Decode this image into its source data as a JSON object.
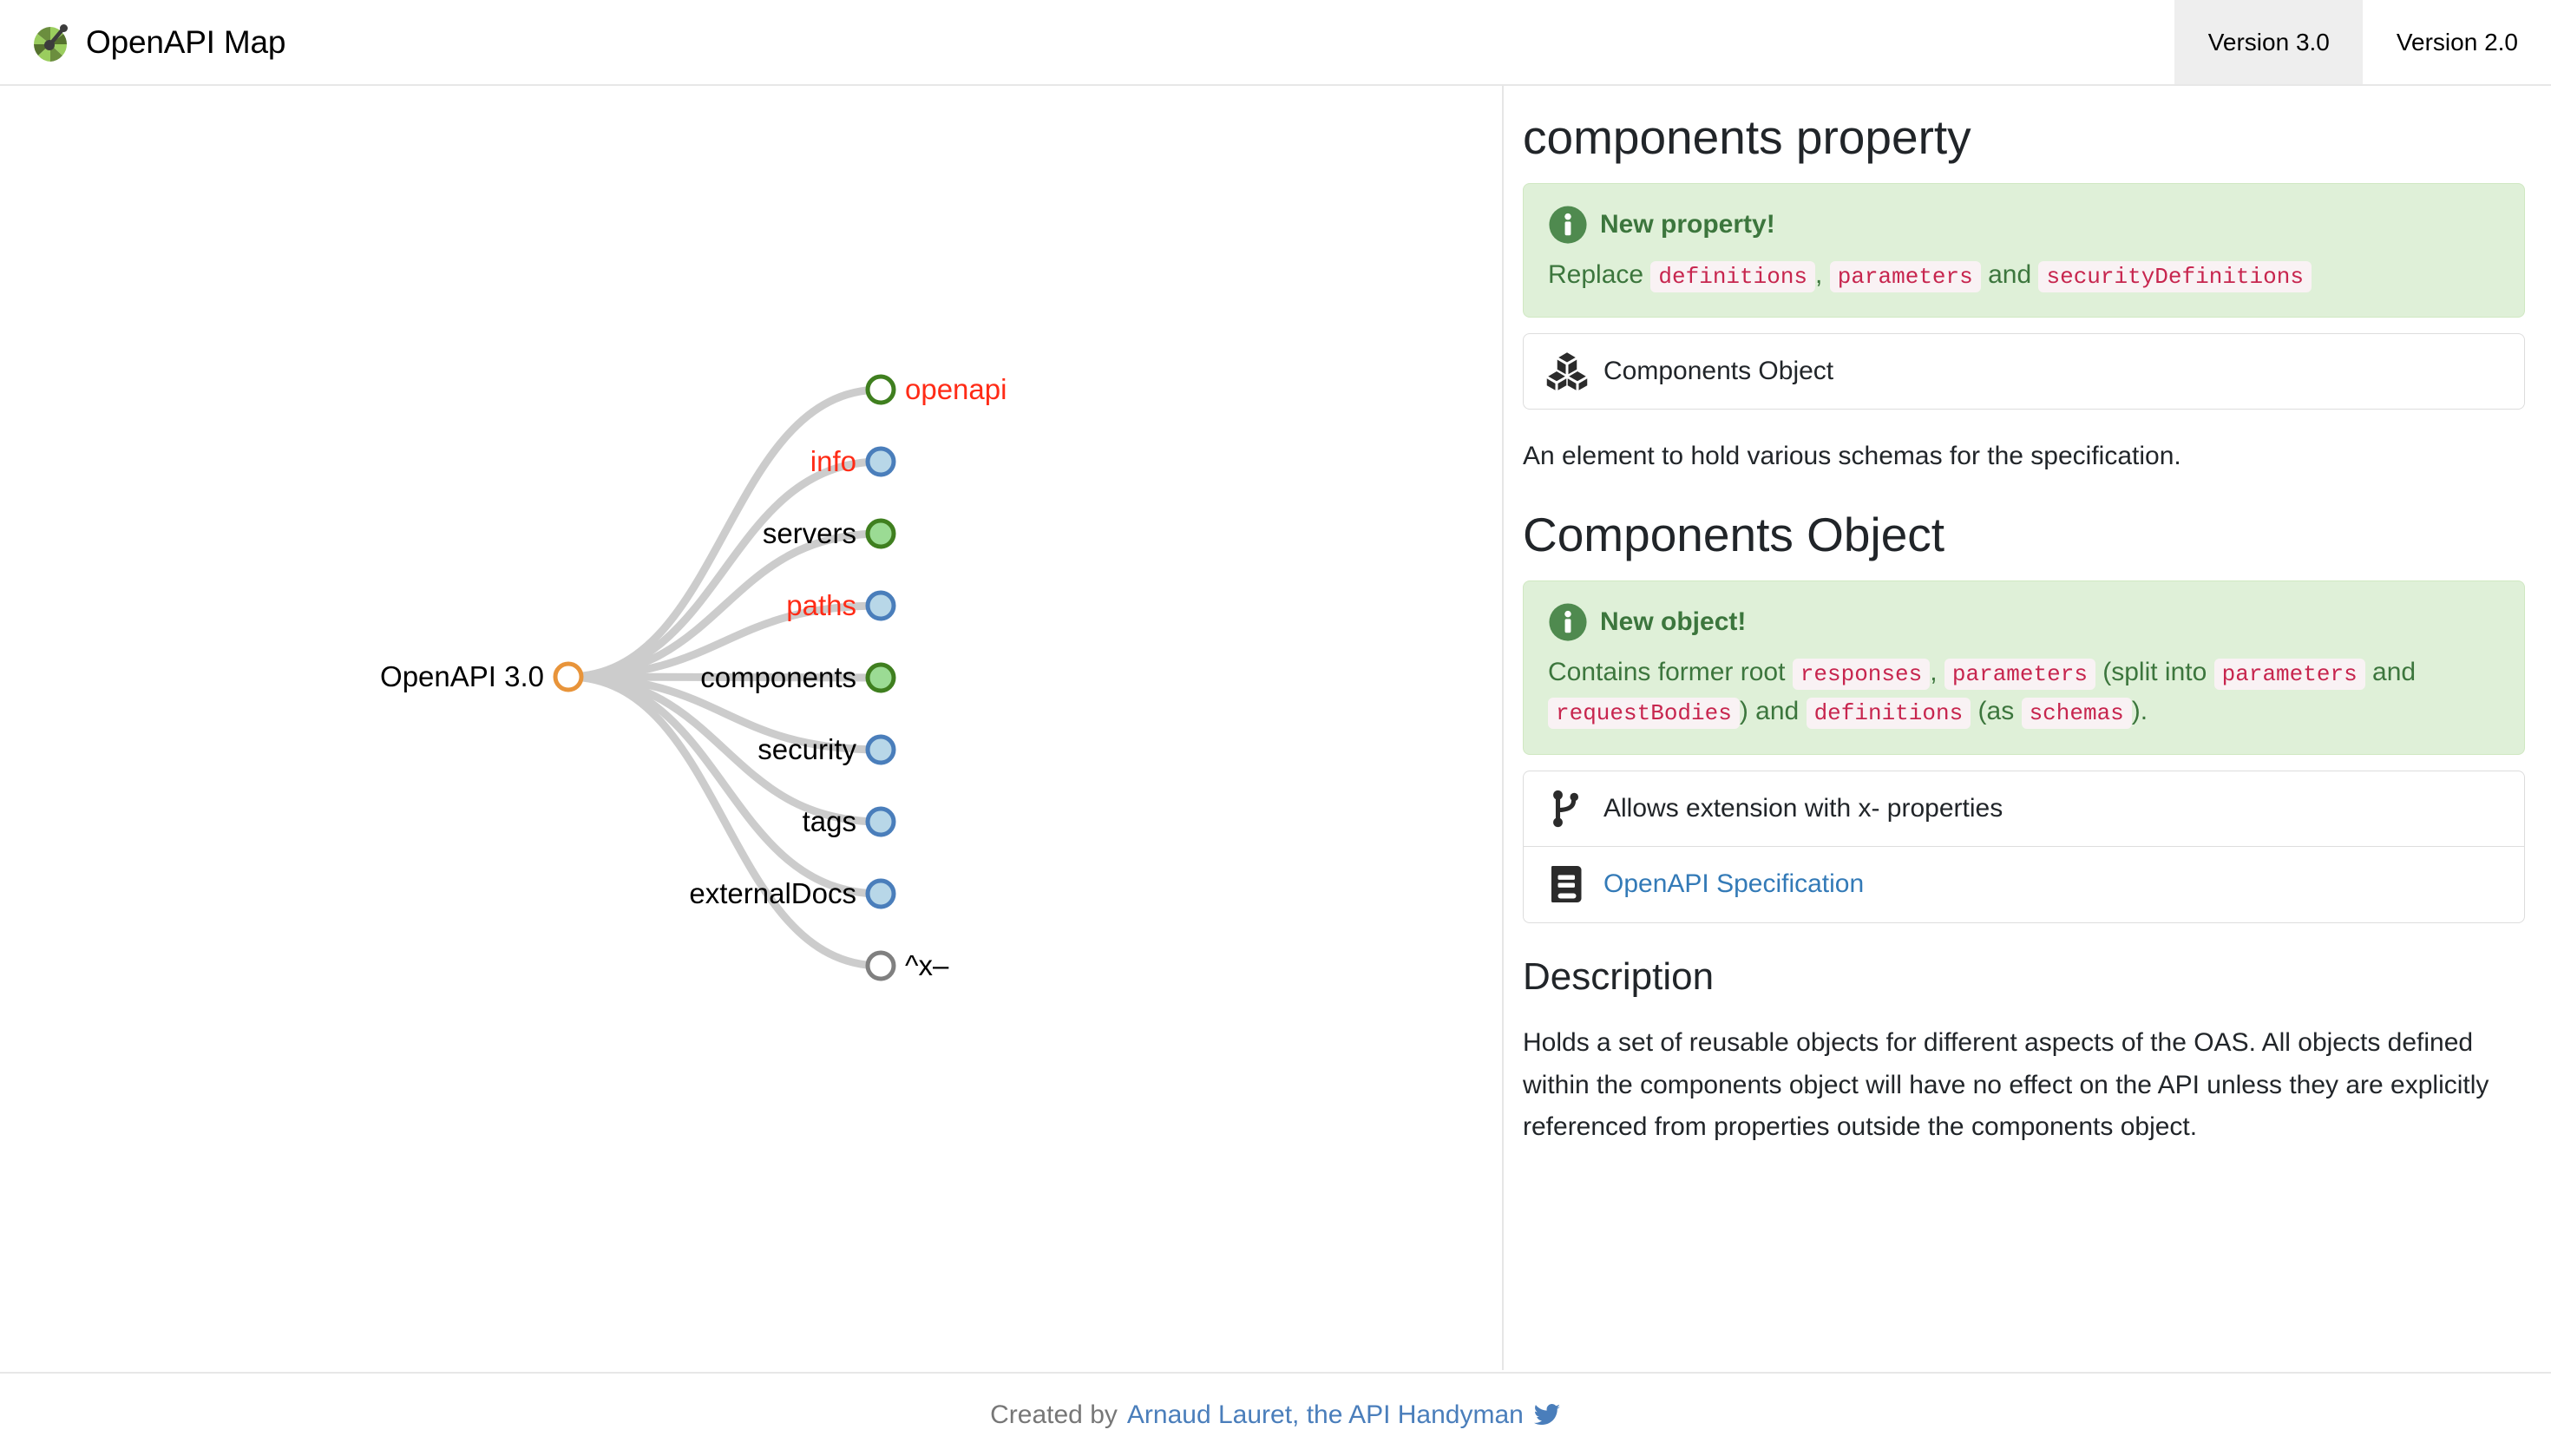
{
  "header": {
    "brand_title": "OpenAPI Map",
    "logo_icon": "openapi-map-gauge-logo",
    "tabs": [
      {
        "label": "Version 3.0",
        "active": true
      },
      {
        "label": "Version 2.0",
        "active": false
      }
    ]
  },
  "map": {
    "root": {
      "label": "OpenAPI 3.0",
      "style": "hollow-orange"
    },
    "nodes": [
      {
        "label": "openapi",
        "style": "hollow-green",
        "label_color": "red",
        "label_side": "right"
      },
      {
        "label": "info",
        "style": "filled-blue",
        "label_color": "red",
        "label_side": "left"
      },
      {
        "label": "servers",
        "style": "filled-green",
        "label_color": "black",
        "label_side": "left"
      },
      {
        "label": "paths",
        "style": "filled-blue",
        "label_color": "red",
        "label_side": "left"
      },
      {
        "label": "components",
        "style": "filled-green",
        "label_color": "black",
        "label_side": "left"
      },
      {
        "label": "security",
        "style": "filled-blue",
        "label_color": "black",
        "label_side": "left"
      },
      {
        "label": "tags",
        "style": "filled-blue",
        "label_color": "black",
        "label_side": "left"
      },
      {
        "label": "externalDocs",
        "style": "filled-blue",
        "label_color": "black",
        "label_side": "left"
      },
      {
        "label": "^x–",
        "style": "hollow-gray",
        "label_color": "black",
        "label_side": "right"
      }
    ]
  },
  "detail": {
    "page_title": "components property",
    "property_alert": {
      "icon": "info-circle-icon",
      "heading": "New property!",
      "body_parts": [
        {
          "type": "text",
          "value": "Replace "
        },
        {
          "type": "code",
          "value": "definitions"
        },
        {
          "type": "text",
          "value": ", "
        },
        {
          "type": "code",
          "value": "parameters"
        },
        {
          "type": "text",
          "value": " and "
        },
        {
          "type": "code",
          "value": "securityDefinitions"
        }
      ]
    },
    "property_rows": [
      {
        "icon": "cubes-icon",
        "label": "Components Object",
        "is_link": false
      }
    ],
    "property_description": "An element to hold various schemas for the specification.",
    "section_title": "Components Object",
    "object_alert": {
      "icon": "info-circle-icon",
      "heading": "New object!",
      "body_parts": [
        {
          "type": "text",
          "value": "Contains former root "
        },
        {
          "type": "code",
          "value": "responses"
        },
        {
          "type": "text",
          "value": ", "
        },
        {
          "type": "code",
          "value": "parameters"
        },
        {
          "type": "text",
          "value": " (split into "
        },
        {
          "type": "code",
          "value": "parameters"
        },
        {
          "type": "text",
          "value": " and "
        },
        {
          "type": "code",
          "value": "requestBodies"
        },
        {
          "type": "text",
          "value": ") and "
        },
        {
          "type": "code",
          "value": "definitions"
        },
        {
          "type": "text",
          "value": " (as "
        },
        {
          "type": "code",
          "value": "schemas"
        },
        {
          "type": "text",
          "value": ")."
        }
      ]
    },
    "object_rows": [
      {
        "icon": "git-branch-icon",
        "label": "Allows extension with x- properties",
        "is_link": false
      },
      {
        "icon": "book-icon",
        "label": "OpenAPI Specification",
        "is_link": true
      }
    ],
    "description_title": "Description",
    "description_body": "Holds a set of reusable objects for different aspects of the OAS. All objects defined within the components object will have no effect on the API unless they are explicitly referenced from properties outside the components object."
  },
  "footer": {
    "prefix": "Created by",
    "link": "Arnaud Lauret, the API Handyman",
    "icon": "twitter-bird-icon"
  },
  "colors": {
    "alert_bg": "#dff0d8",
    "alert_text": "#3c763d",
    "code_text": "#c7254e",
    "code_bg": "#f9f2f4",
    "link_blue": "#337ab7",
    "label_red": "#ff2b16",
    "node_green_fill": "#9bdb94",
    "node_green_stroke": "#3f7f1f",
    "node_blue_fill": "#b8d7e8",
    "node_blue_stroke": "#4a7ebb",
    "node_orange_stroke": "#e8943a",
    "node_gray_stroke": "#808080",
    "link_stroke": "#cccccc",
    "active_tab_bg": "#eeeeee"
  }
}
